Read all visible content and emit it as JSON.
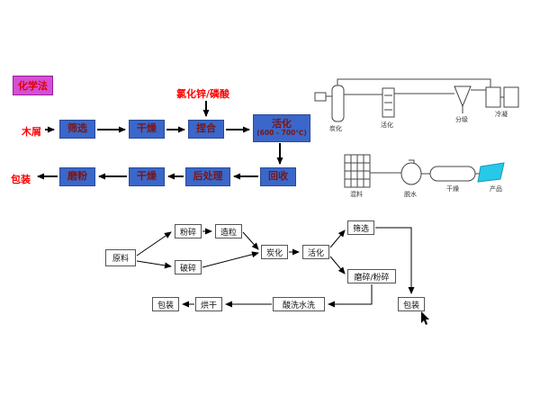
{
  "colors": {
    "process_box_blue": "#3a67c9",
    "method_label_magenta": "#d44fd4",
    "accent_red": "#ff0000",
    "product_cyan": "#27c8e8"
  },
  "chem_flow": {
    "method_label": "化学法",
    "reagent_label": "氯化锌/磷酸",
    "input_label": "木屑",
    "step_screening": "筛选",
    "step_drying1": "干燥",
    "step_kneading": "捏合",
    "step_activation_line1": "活化",
    "step_activation_line2": "(600 - 700℃)",
    "step_recovery": "回收",
    "step_post_treatment": "后处理",
    "step_drying2": "干燥",
    "step_grinding": "磨粉",
    "output_label": "包装"
  },
  "equipment_diagram": {
    "carbonization": "炭化",
    "activation": "活化",
    "classifier": "分级",
    "condenser": "冷凝",
    "mixer": "混料",
    "dewater": "脱水",
    "dryer": "干燥",
    "product": "产品"
  },
  "bottom_flow": {
    "raw_material": "原料",
    "crush": "粉碎",
    "granulate": "造粒",
    "break": "破碎",
    "carbonize": "炭化",
    "activate": "活化",
    "sieve": "筛选",
    "grind": "磨碎/粉碎",
    "acid_wash": "酸洗水洗",
    "dry": "烘干",
    "pack_left": "包装",
    "pack_right": "包装"
  }
}
